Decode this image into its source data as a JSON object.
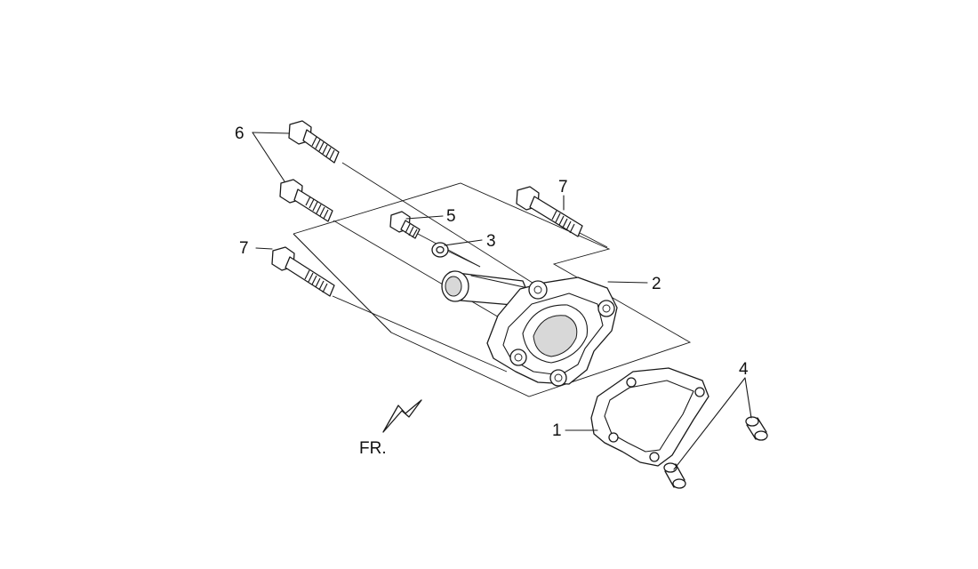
{
  "callouts": {
    "c1": "1",
    "c2": "2",
    "c3": "3",
    "c4": "4",
    "c5": "5",
    "c6": "6",
    "c7a": "7",
    "c7b": "7"
  },
  "direction_label": "FR."
}
